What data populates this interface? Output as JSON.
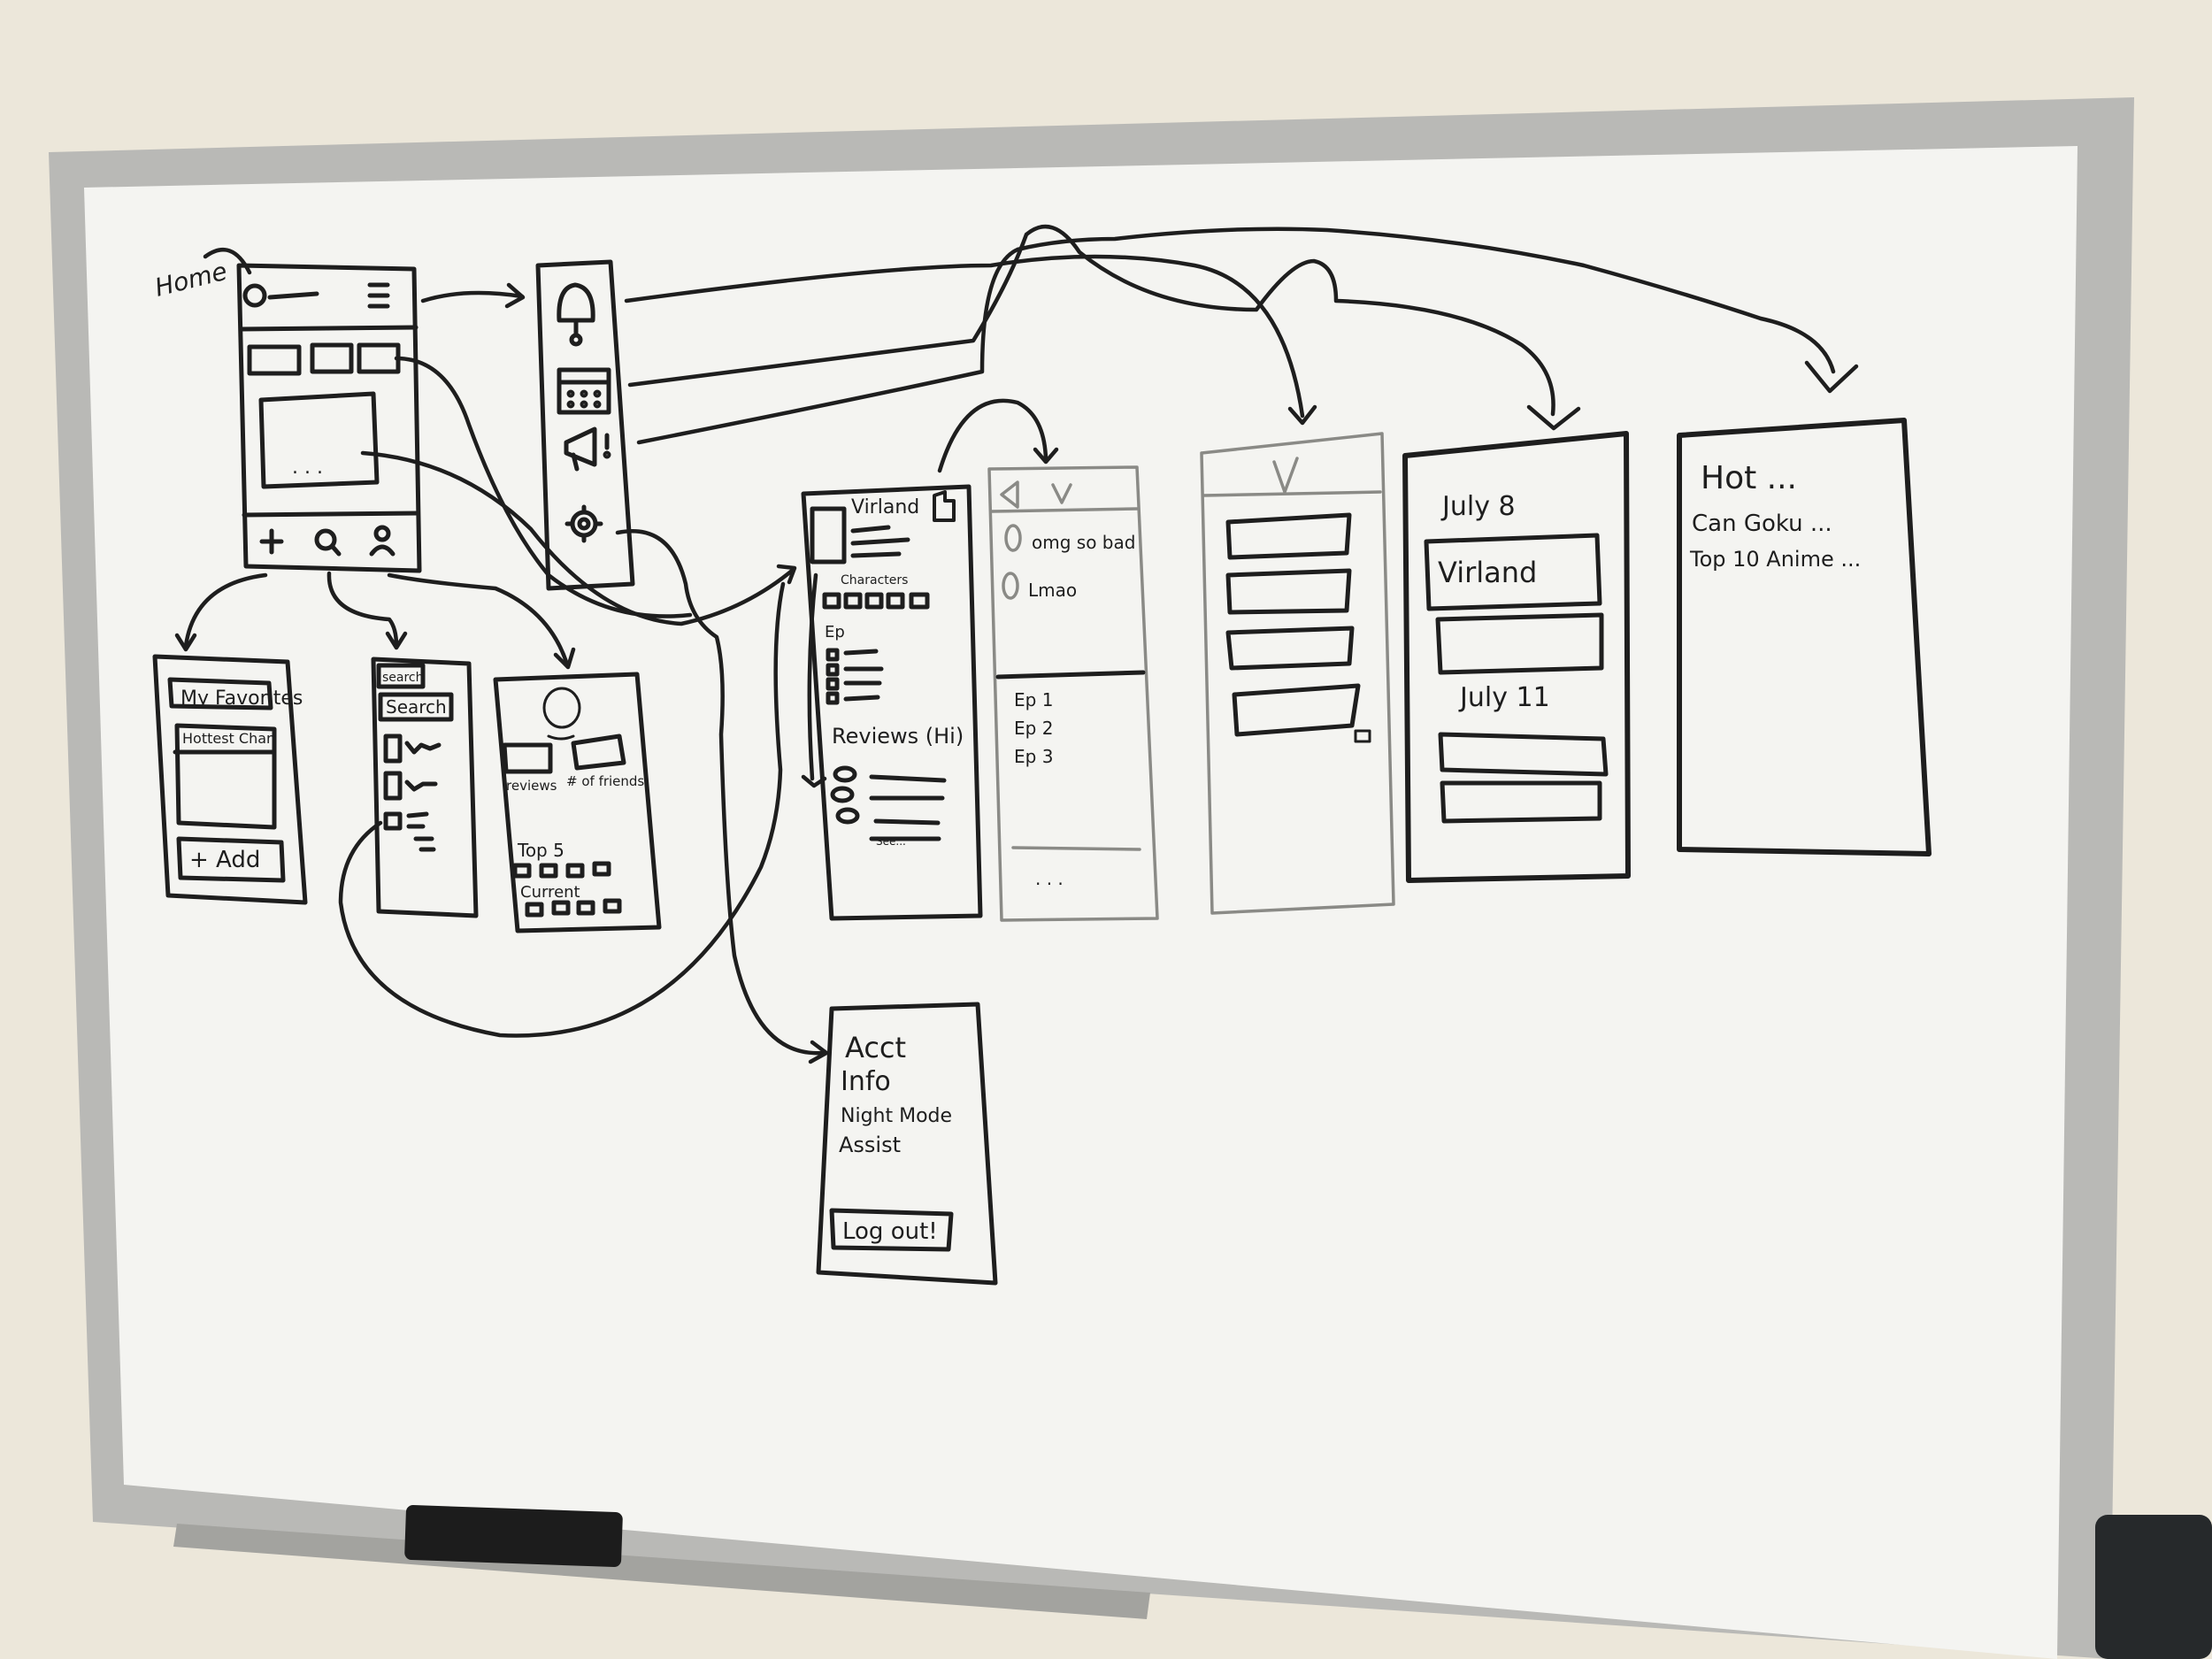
{
  "colors": {
    "wall": "#ece7da",
    "frame": "#b9b9b6",
    "frame_shadow": "#8f8f8b",
    "board": "#f4f4f1",
    "ink": "#1e1e1e",
    "faint_ink": "#8a8a86",
    "eraser": "#1c1c1c"
  },
  "home_label": "Home",
  "home": {
    "bottom_nav_icons": [
      "plus-icon",
      "search-icon",
      "profile-icon"
    ]
  },
  "side_menu": {
    "icons": [
      "bell-icon",
      "calendar-icon",
      "megaphone-icon",
      "gear-icon"
    ]
  },
  "favorites": {
    "title": "My Favorites",
    "item": "Hottest Char",
    "add_button": "+ Add"
  },
  "search": {
    "tab": "search",
    "field": "Search"
  },
  "profile": {
    "stat_reviews": "reviews",
    "stat_friends": "# of friends",
    "top5": "Top 5",
    "current": "Current"
  },
  "anime": {
    "title": "Virland",
    "characters": "Characters",
    "episodes": "Ep",
    "reviews": "Reviews (Hi)",
    "reviews_more": "See..."
  },
  "review": {
    "comment1": "omg so bad",
    "comment2": "Lmao",
    "ep1": "Ep 1",
    "ep2": "Ep 2",
    "ep3": "Ep 3",
    "more": ". . ."
  },
  "calendar": {
    "date1": "July 8",
    "show1": "Virland",
    "date2": "July 11"
  },
  "news": {
    "title": "Hot ...",
    "item1": "Can Goku ...",
    "item2": "Top 10 Anime ..."
  },
  "settings": {
    "acct": "Acct",
    "info": "Info",
    "night": "Night Mode",
    "assist": "Assist",
    "logout": "Log out!"
  }
}
